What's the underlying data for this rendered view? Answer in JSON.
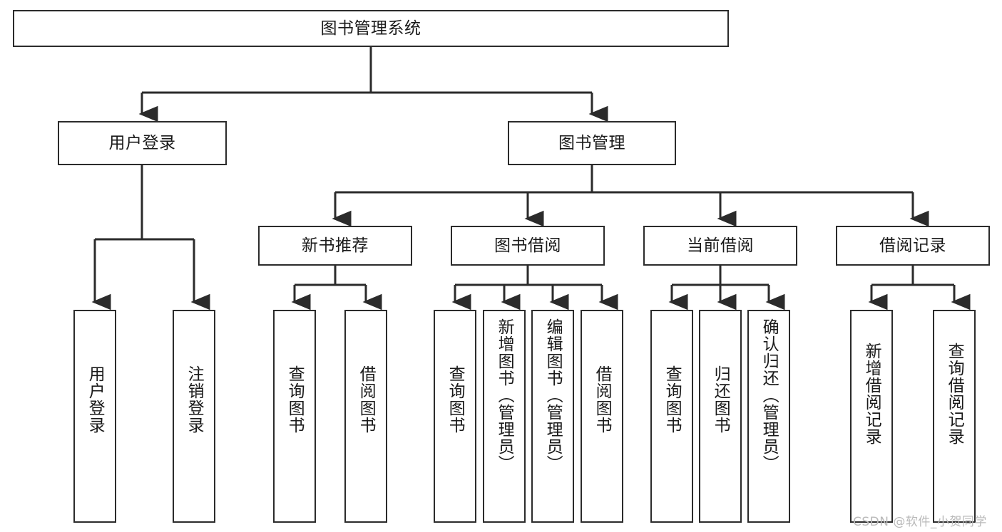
{
  "diagram": {
    "title": "图书管理系统",
    "type": "hierarchy-tree",
    "orientation": "top-down",
    "box_border_color": "#2b2b2b",
    "box_fill_color": "#ffffff",
    "line_color": "#2b2b2b",
    "text_color": "#1a1a1a",
    "levels": [
      {
        "level": 1,
        "nodes": [
          {
            "id": "root",
            "label": "图书管理系统",
            "text_direction": "horizontal"
          }
        ]
      },
      {
        "level": 2,
        "nodes": [
          {
            "id": "user-login",
            "label": "用户登录",
            "text_direction": "horizontal"
          },
          {
            "id": "book-manage",
            "label": "图书管理",
            "text_direction": "horizontal"
          }
        ]
      },
      {
        "level": 3,
        "nodes": [
          {
            "id": "new-book-recommend",
            "label": "新书推荐",
            "text_direction": "horizontal"
          },
          {
            "id": "book-borrow",
            "label": "图书借阅",
            "text_direction": "horizontal"
          },
          {
            "id": "current-borrow",
            "label": "当前借阅",
            "text_direction": "horizontal"
          },
          {
            "id": "borrow-record",
            "label": "借阅记录",
            "text_direction": "horizontal"
          }
        ]
      },
      {
        "level": 4,
        "nodes": [
          {
            "id": "leaf-user-login",
            "label": "用户登录",
            "text_direction": "vertical",
            "parent": "user-login"
          },
          {
            "id": "leaf-logout-login",
            "label": "注销登录",
            "text_direction": "vertical",
            "parent": "user-login"
          },
          {
            "id": "leaf-query-book-1",
            "label": "查询图书",
            "text_direction": "vertical",
            "parent": "new-book-recommend"
          },
          {
            "id": "leaf-borrow-book-1",
            "label": "借阅图书",
            "text_direction": "vertical",
            "parent": "new-book-recommend"
          },
          {
            "id": "leaf-query-book-2",
            "label": "查询图书",
            "text_direction": "vertical",
            "parent": "book-borrow"
          },
          {
            "id": "leaf-add-book-admin",
            "label": "新增图书（管理员）",
            "text_direction": "vertical",
            "parent": "book-borrow"
          },
          {
            "id": "leaf-edit-book-admin",
            "label": "编辑图书（管理员）",
            "text_direction": "vertical",
            "parent": "book-borrow"
          },
          {
            "id": "leaf-borrow-book-2",
            "label": "借阅图书",
            "text_direction": "vertical",
            "parent": "book-borrow"
          },
          {
            "id": "leaf-query-book-3",
            "label": "查询图书",
            "text_direction": "vertical",
            "parent": "current-borrow"
          },
          {
            "id": "leaf-return-book",
            "label": "归还图书",
            "text_direction": "vertical",
            "parent": "current-borrow"
          },
          {
            "id": "leaf-confirm-return-admin",
            "label": "确认归还（管理员）",
            "text_direction": "vertical",
            "parent": "current-borrow"
          },
          {
            "id": "leaf-add-borrow-record",
            "label": "新增借阅记录",
            "text_direction": "vertical",
            "parent": "borrow-record"
          },
          {
            "id": "leaf-query-borrow-record",
            "label": "查询借阅记录",
            "text_direction": "vertical",
            "parent": "borrow-record"
          }
        ]
      }
    ]
  },
  "watermark": {
    "text": "CSDN @软件_小贺同学"
  }
}
